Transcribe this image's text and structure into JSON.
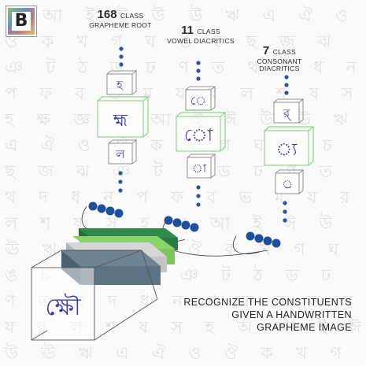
{
  "logo": {
    "letter": "B"
  },
  "background_text": "অ আ ই ঈ উ ঊ ঋ এ ঐ ও ঔ ক খ গ ঘ ঙ চ ছ জ ঝ ঞ ট ঠ ড ঢ ণ ত থ দ ধ ন প ফ ব ভ ম য র ল শ ষ স হ ক্ষ জ্ঞ অ আ ই ঈ উ ঊ ঋ এ ঐ ও ঔ ক খ গ ঘ ঙ চ ছ জ ঝ ঞ ট ঠ ড ঢ ণ ত থ দ ধ ন প ফ ব ভ ম য র ল শ ষ স হ অ আ ই ঈ উ ঊ ঋ এ ঐ ও ঔ ক খ গ ঘ ঙ চ ছ জ ঝ ঞ ট ঠ ড ঢ ণ ত থ দ ধ ন প ফ ব ভ ম য র ল শ ষ স হ অ আ ই ঈ উ ঊ ঋ এ ঐ ও ঔ ক খ গ ঘ ঙ চ ছ জ ঝ ঞ ট ঠ ড ঢ ণ ত থ দ ধ ন প ফ ব ভ ম য র ল শ ষ স হ অ আ ই ঈ উ ঊ ঋ এ ঐ ও ঔ ক খ গ ঘ ঙ চ ছ জ ঝ ঞ ট ঠ ড ঢ ণ ত থ দ ধ ন প ফ ব ভ ম য র ল শ ষ স হ",
  "outputs": [
    {
      "count": "168",
      "unit": "CLASS",
      "label": "GRAPHEME ROOT",
      "top_glyph": "হ",
      "main_glyph": "হ্ম",
      "bottom_glyph": "ল"
    },
    {
      "count": "11",
      "unit": "CLASS",
      "label": "VOWEL DIACRITICS",
      "top_glyph": "ে",
      "main_glyph": "ো",
      "bottom_glyph": "া"
    },
    {
      "count": "7",
      "unit": "CLASS",
      "label": "CONSONANT DIACRITICS",
      "top_glyph": "র্",
      "main_glyph": "্য",
      "bottom_glyph": "্র"
    }
  ],
  "input_glyph": "ক্ষৌ",
  "caption": {
    "line1": "RECOGNIZE THE CONSTITUENTS",
    "line2": "GIVEN A HANDWRITTEN",
    "line3": "GRAPHEME IMAGE"
  },
  "colors": {
    "layer_dark_green": "#2e8b4a",
    "layer_light_green": "#8ad26a",
    "layer_gray": "#c8c8c8",
    "layer_slate": "#5b7384",
    "node_blue": "#1f4f9a",
    "box_green": "#8fd68a"
  }
}
